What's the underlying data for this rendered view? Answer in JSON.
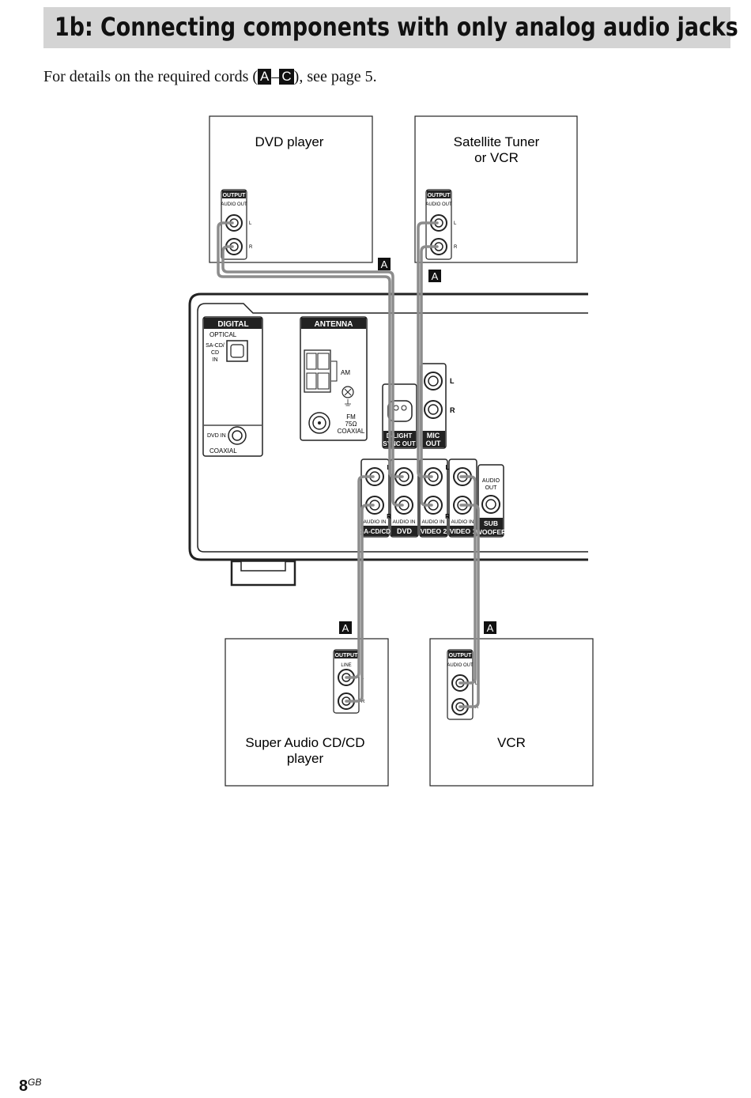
{
  "header": {
    "title": "1b: Connecting components with only analog audio jacks"
  },
  "intro": {
    "text_before": "For details on the required cords (",
    "key_start": "A",
    "dash": "–",
    "key_end": "C",
    "text_after": "), see page 5."
  },
  "devices": {
    "dvd_player": {
      "name": "DVD player",
      "panel_title": "OUTPUT",
      "jack_label": "AUDIO OUT",
      "l": "L",
      "r": "R"
    },
    "satellite": {
      "name_line1": "Satellite Tuner",
      "name_line2": "or VCR",
      "panel_title": "OUTPUT",
      "jack_label": "AUDIO OUT",
      "l": "L",
      "r": "R"
    },
    "sacd_player": {
      "name_line1": "Super Audio CD/CD",
      "name_line2": "player",
      "panel_title": "OUTPUT",
      "jack_label": "LINE",
      "l": "L",
      "r": "R"
    },
    "vcr": {
      "name": "VCR",
      "panel_title": "OUTPUT",
      "jack_label": "AUDIO OUT",
      "l": "L",
      "r": "R"
    }
  },
  "cord_label": "A",
  "receiver": {
    "digital": {
      "title": "DIGITAL",
      "optical": "OPTICAL",
      "sacd_in_1": "SA-CD/",
      "sacd_in_2": "CD",
      "sacd_in_3": "IN",
      "dvd_in": "DVD IN",
      "coaxial": "COAXIAL"
    },
    "antenna": {
      "title": "ANTENNA",
      "am": "AM",
      "fm_1": "FM",
      "fm_2": "75Ω",
      "fm_3": "COAXIAL"
    },
    "dlight": {
      "line1": "D-LIGHT",
      "line2": "SYNC OUT"
    },
    "mic": {
      "line1": "MIC",
      "line2": "OUT",
      "l": "L",
      "r": "R"
    },
    "inputs": {
      "audio_in": "AUDIO IN",
      "l": "L",
      "r": "R",
      "sacd": "SA-CD/CD",
      "dvd": "DVD",
      "video2": "VIDEO 2",
      "video1": "VIDEO 1"
    },
    "sub": {
      "audio_1": "AUDIO",
      "audio_2": "OUT",
      "line1": "SUB",
      "line2": "WOOFER"
    }
  },
  "footer": {
    "page": "8",
    "suffix": "GB"
  }
}
